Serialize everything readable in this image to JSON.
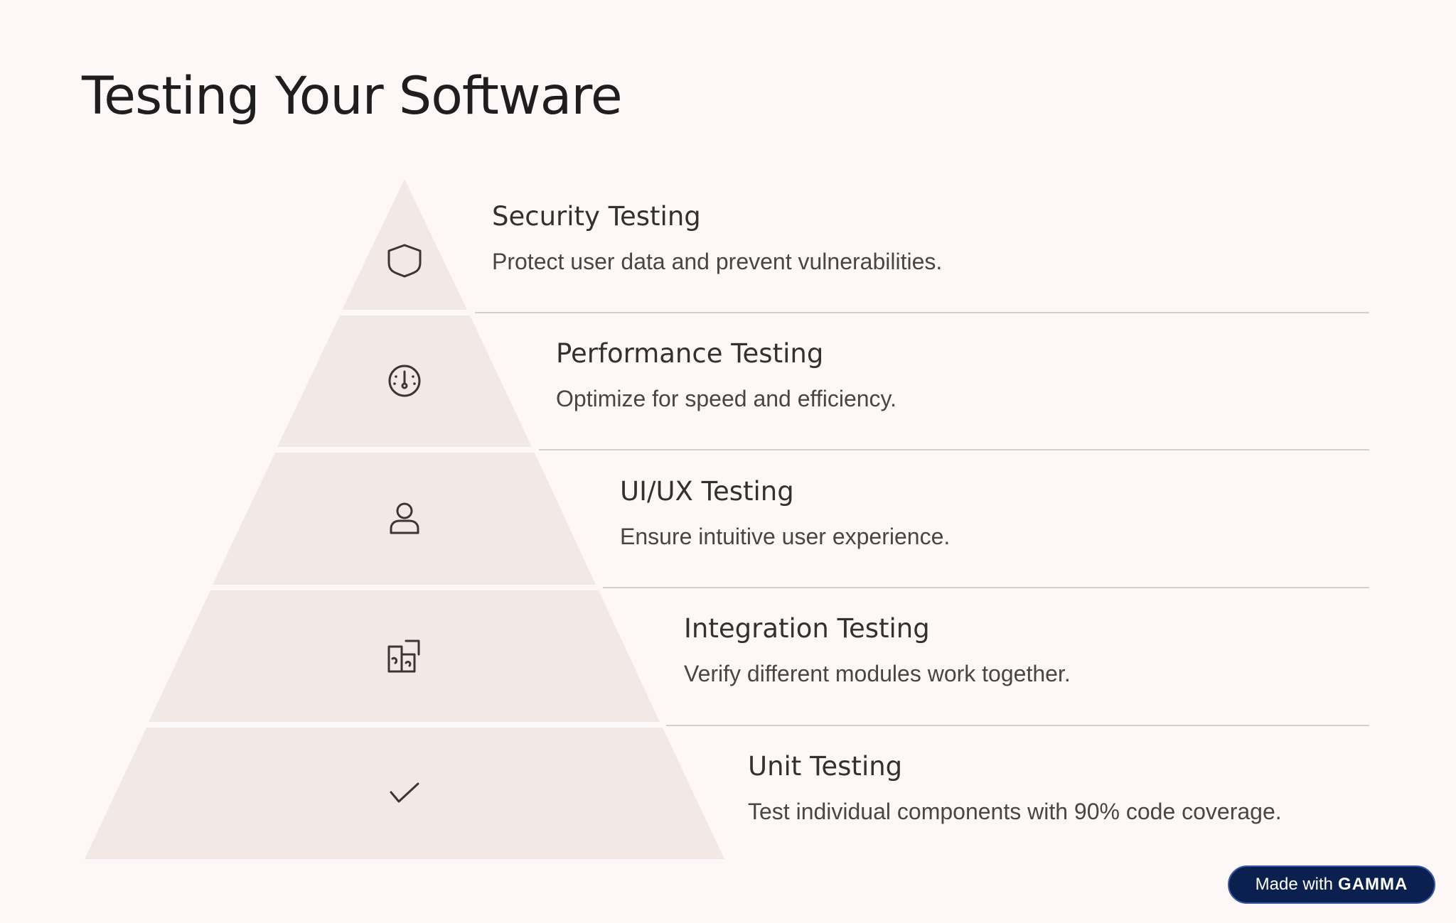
{
  "page": {
    "title": "Testing Your Software"
  },
  "tiers": [
    {
      "heading": "Security Testing",
      "description": "Protect user data and prevent vulnerabilities.",
      "icon": "shield-icon"
    },
    {
      "heading": "Performance Testing",
      "description": "Optimize for speed and efficiency.",
      "icon": "speedometer-icon"
    },
    {
      "heading": "UI/UX Testing",
      "description": "Ensure intuitive user experience.",
      "icon": "user-icon"
    },
    {
      "heading": "Integration Testing",
      "description": "Verify different modules work together.",
      "icon": "puzzle-icon"
    },
    {
      "heading": "Unit Testing",
      "description": "Test individual components with 90% code coverage.",
      "icon": "check-icon"
    }
  ],
  "badge": {
    "prefix": "Made with",
    "brand": "GAMMA"
  },
  "colors": {
    "background": "#fdf8f7",
    "tier_fill": "#f2e8e6",
    "badge_background": "#0c2050"
  }
}
